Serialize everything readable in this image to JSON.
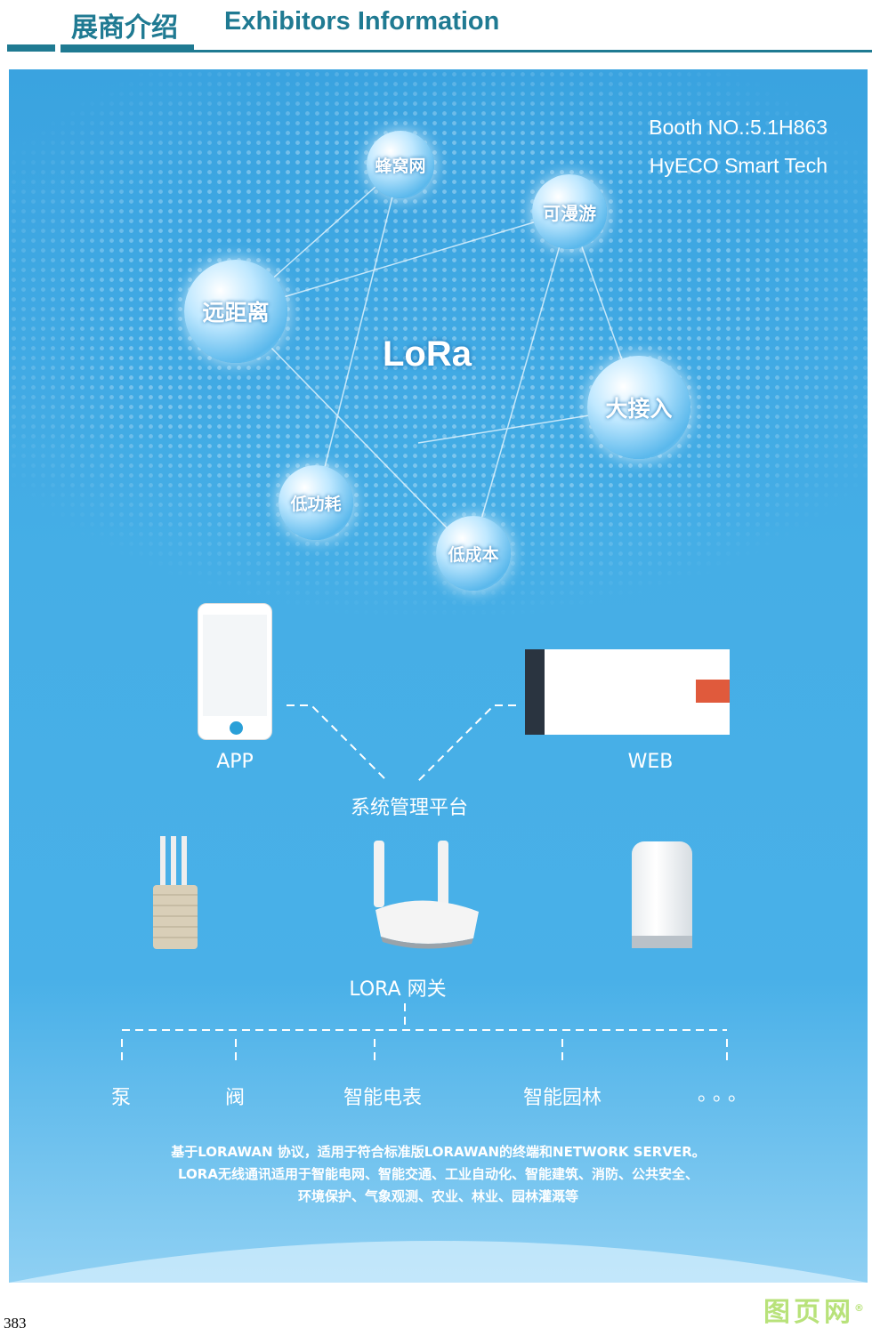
{
  "header": {
    "title_cn": "展商介绍",
    "title_en": "Exhibitors Information"
  },
  "poster": {
    "booth": "Booth NO.:5.1H863",
    "company": "HyECO Smart Tech",
    "logo": "LoRa",
    "features": [
      "蜂窝网",
      "可漫游",
      "远距离",
      "大接入",
      "低功耗",
      "低成本"
    ],
    "app_label": "APP",
    "web_label": "WEB",
    "platform_label": "系统管理平台",
    "gateway_label": "LORA 网关",
    "endpoints": [
      "泵",
      "阀",
      "智能电表",
      "智能园林",
      "。。。"
    ],
    "description": [
      "基于LORAWAN 协议，适用于符合标准版LORAWAN的终端和NETWORK SERVER。",
      "LORA无线通讯适用于智能电网、智能交通、工业自动化、智能建筑、消防、公共安全、",
      "环境保护、气象观测、农业、林业、园林灌溉等"
    ]
  },
  "page_number": "383",
  "watermark": "图页网"
}
